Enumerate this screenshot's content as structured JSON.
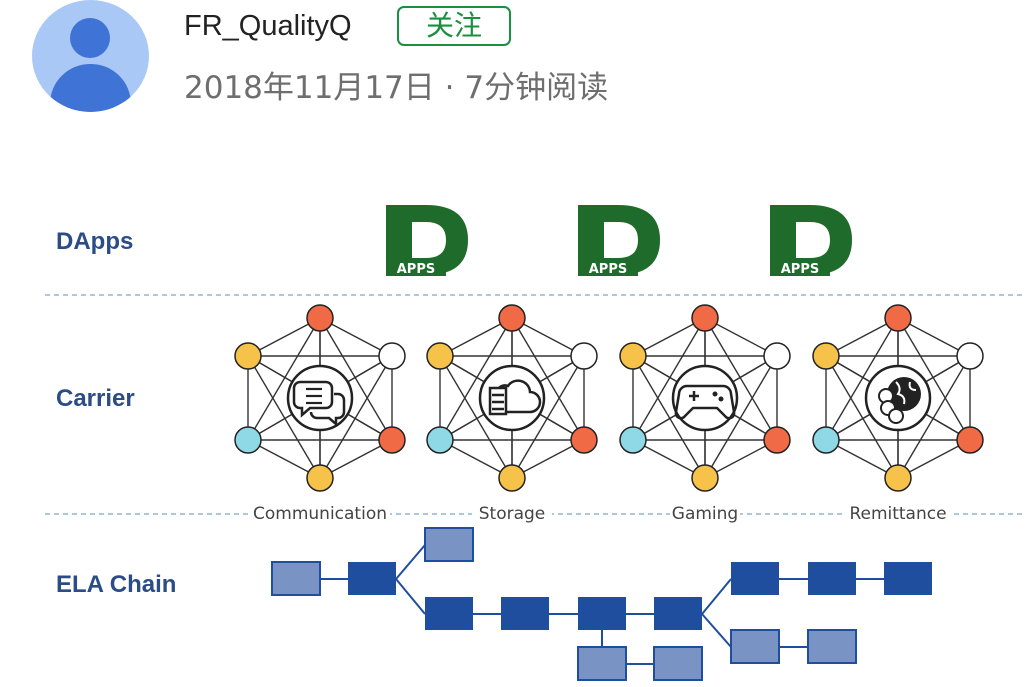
{
  "author": {
    "name": "FR_QualityQ",
    "follow_label": "关注",
    "meta": "2018年11月17日 · 7分钟阅读"
  },
  "diagram": {
    "layers": {
      "dapps": "DApps",
      "carrier": "Carrier",
      "chain": "ELA Chain"
    },
    "dapp_logo_letter": "D",
    "dapp_logo_text": "APPS",
    "carrier_nodes": [
      {
        "label": "Communication",
        "icon": "chat-bubbles-icon"
      },
      {
        "label": "Storage",
        "icon": "cloud-storage-icon"
      },
      {
        "label": "Gaming",
        "icon": "gamepad-icon"
      },
      {
        "label": "Remittance",
        "icon": "globe-money-icon"
      }
    ],
    "colors": {
      "layer_label": "#2b4c86",
      "block_dark": "#1f4e9e",
      "block_light": "#7893c4",
      "dapp_green": "#1f6b2c",
      "node_orange": "#ef6a45",
      "node_yellow": "#f6c24a",
      "node_cyan": "#8fd8e6",
      "follow_green": "#1a8f3e"
    }
  }
}
